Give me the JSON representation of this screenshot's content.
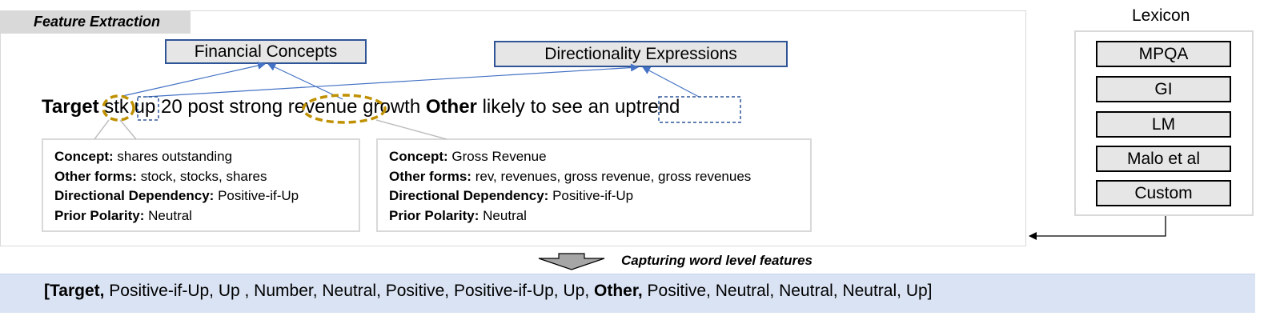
{
  "feature_extraction": {
    "title": "Feature Extraction",
    "financial_concepts_label": "Financial Concepts",
    "directionality_label": "Directionality Expressions",
    "sentence": {
      "target": "Target",
      "stk": "stk",
      "up": "up",
      "mid": "20 post strong",
      "revenue": "revenue",
      "growth": "growth",
      "other": "Other",
      "tail": "likely to see an",
      "uptrend": "uptrend"
    },
    "left_card": {
      "concept_label": "Concept:",
      "concept_value": "shares outstanding",
      "forms_label": "Other forms:",
      "forms_value": "stock, stocks, shares",
      "dependency_label": "Directional Dependency:",
      "dependency_value": "Positive-if-Up",
      "polarity_label": "Prior Polarity:",
      "polarity_value": "Neutral"
    },
    "right_card": {
      "concept_label": "Concept:",
      "concept_value": "Gross Revenue",
      "forms_label": "Other forms:",
      "forms_value": "rev, revenues, gross revenue, gross revenues",
      "dependency_label": "Directional Dependency:",
      "dependency_value": "Positive-if-Up",
      "polarity_label": "Prior Polarity:",
      "polarity_value": "Neutral"
    }
  },
  "lexicon": {
    "title": "Lexicon",
    "items": [
      "MPQA",
      "GI",
      "LM",
      "Malo et al",
      "Custom"
    ]
  },
  "capture_label": "Capturing word level features",
  "output": {
    "open": "[",
    "target": "Target,",
    "seg1": " Positive-if-Up, Up , Number, Neutral, Positive, Positive-if-Up, Up, ",
    "other": "Other,",
    "seg2": " Positive, Neutral, Neutral, Neutral, Up]"
  },
  "colors": {
    "arrow_blue": "#4472c4",
    "box_border_blue": "#2f5597",
    "gold_ellipse": "#bf9000",
    "panel_grey": "#d9d9d9",
    "box_fill": "#e7e6e6",
    "output_bar": "#dae3f3"
  }
}
